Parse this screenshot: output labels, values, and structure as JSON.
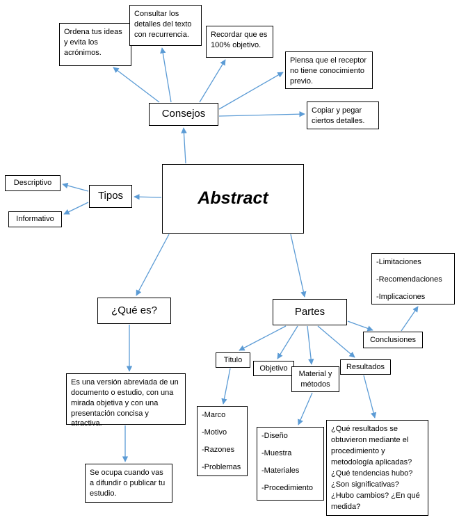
{
  "diagram": {
    "center": {
      "label": "Abstract"
    },
    "consejos": {
      "label": "Consejos",
      "tips": [
        "Ordena tus ideas y evita los acrónimos.",
        "Consultar los detalles del texto con recurrencia.",
        "Recordar que es 100% objetivo.",
        "Piensa que el receptor no tiene conocimiento previo.",
        "Copiar y pegar ciertos detalles."
      ]
    },
    "tipos": {
      "label": "Tipos",
      "items": [
        "Descriptivo",
        "Informativo"
      ]
    },
    "que_es": {
      "label": "¿Qué es?",
      "definition": "Es una versión abreviada de un documento o estudio, con una mirada objetiva y con una presentación concisa y atractiva.",
      "uso": "Se ocupa cuando vas a difundir o publicar tu estudio."
    },
    "partes": {
      "label": "Partes",
      "titulo": {
        "label": "Titulo",
        "items": [
          "-Marco",
          "-Motivo",
          "-Razones",
          "-Problemas"
        ]
      },
      "objetivo": {
        "label": "Objetivo"
      },
      "material": {
        "label": "Material y métodos",
        "items": [
          "-Diseño",
          "-Muestra",
          "-Materiales",
          "-Procedimiento"
        ]
      },
      "resultados": {
        "label": "Resultados",
        "detail": "¿Qué resultados se obtuvieron mediante el procedimiento y metodología aplicadas? ¿Qué tendencias hubo? ¿Son significativas? ¿Hubo cambios? ¿En qué medida?"
      },
      "conclusiones": {
        "label": "Conclusiones",
        "items": [
          "-Limitaciones",
          "-Recomendaciones",
          "-Implicaciones"
        ]
      }
    },
    "colors": {
      "arrow": "#5b9bd5",
      "border": "#000000",
      "background": "#ffffff",
      "text": "#000000"
    }
  }
}
